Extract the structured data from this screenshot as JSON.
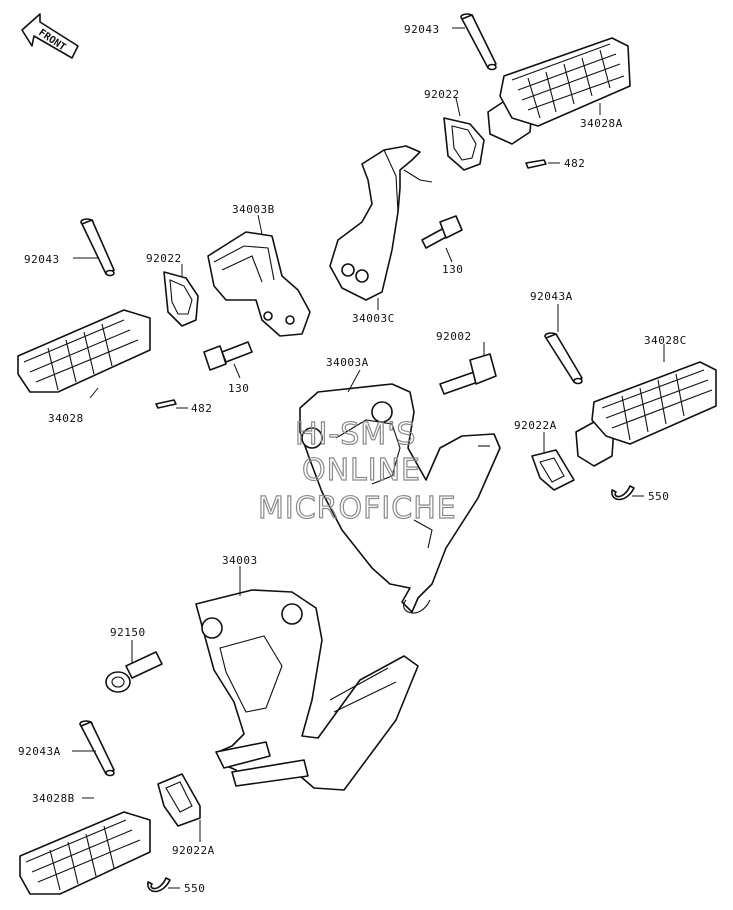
{
  "orientation": {
    "label": "FRONT",
    "icon": "front-arrow-icon"
  },
  "watermark": {
    "lines": [
      "HI-SM'S",
      "ONLINE",
      "MICROFICHE"
    ]
  },
  "labels": {
    "top_pin": "92043",
    "top_washer": "92022",
    "top_peg": "34028A",
    "top_pin_clip": "482",
    "rear_right_bracket": "34003B",
    "left_pin": "92043",
    "left_washer": "92022",
    "left_peg": "34028",
    "left_pin_clip": "482",
    "left_bolt": "130",
    "right_bracket": "34003C",
    "right_bolt": "130",
    "center_bracket": "34003A",
    "center_bolt": "92002",
    "right_pin": "92043A",
    "right_peg": "34028C",
    "right_washer": "92022A",
    "right_cotter": "550",
    "main_bracket": "34003",
    "main_bolt": "92150",
    "bottom_pin": "92043A",
    "bottom_peg": "34028B",
    "bottom_washer": "92022A",
    "bottom_cotter": "550"
  }
}
